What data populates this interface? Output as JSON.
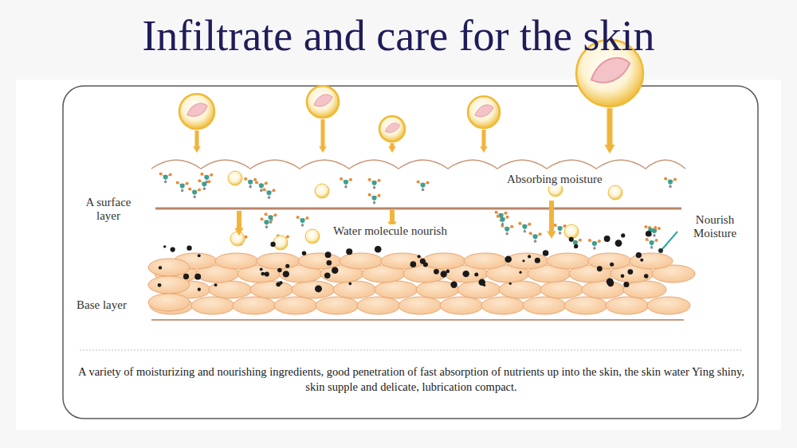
{
  "diagram": {
    "title": "Infiltrate and care for the skin",
    "caption": "A variety of moisturizing and nourishing ingredients, good penetration of fast absorption of nutrients up into the skin, the skin water Ying shiny, skin supple and delicate, lubrication compact.",
    "labels": [
      "A surface layer",
      "Absorbing moisture",
      "Water molecule nourish",
      "Nourish Moisture",
      "Base layer"
    ]
  }
}
